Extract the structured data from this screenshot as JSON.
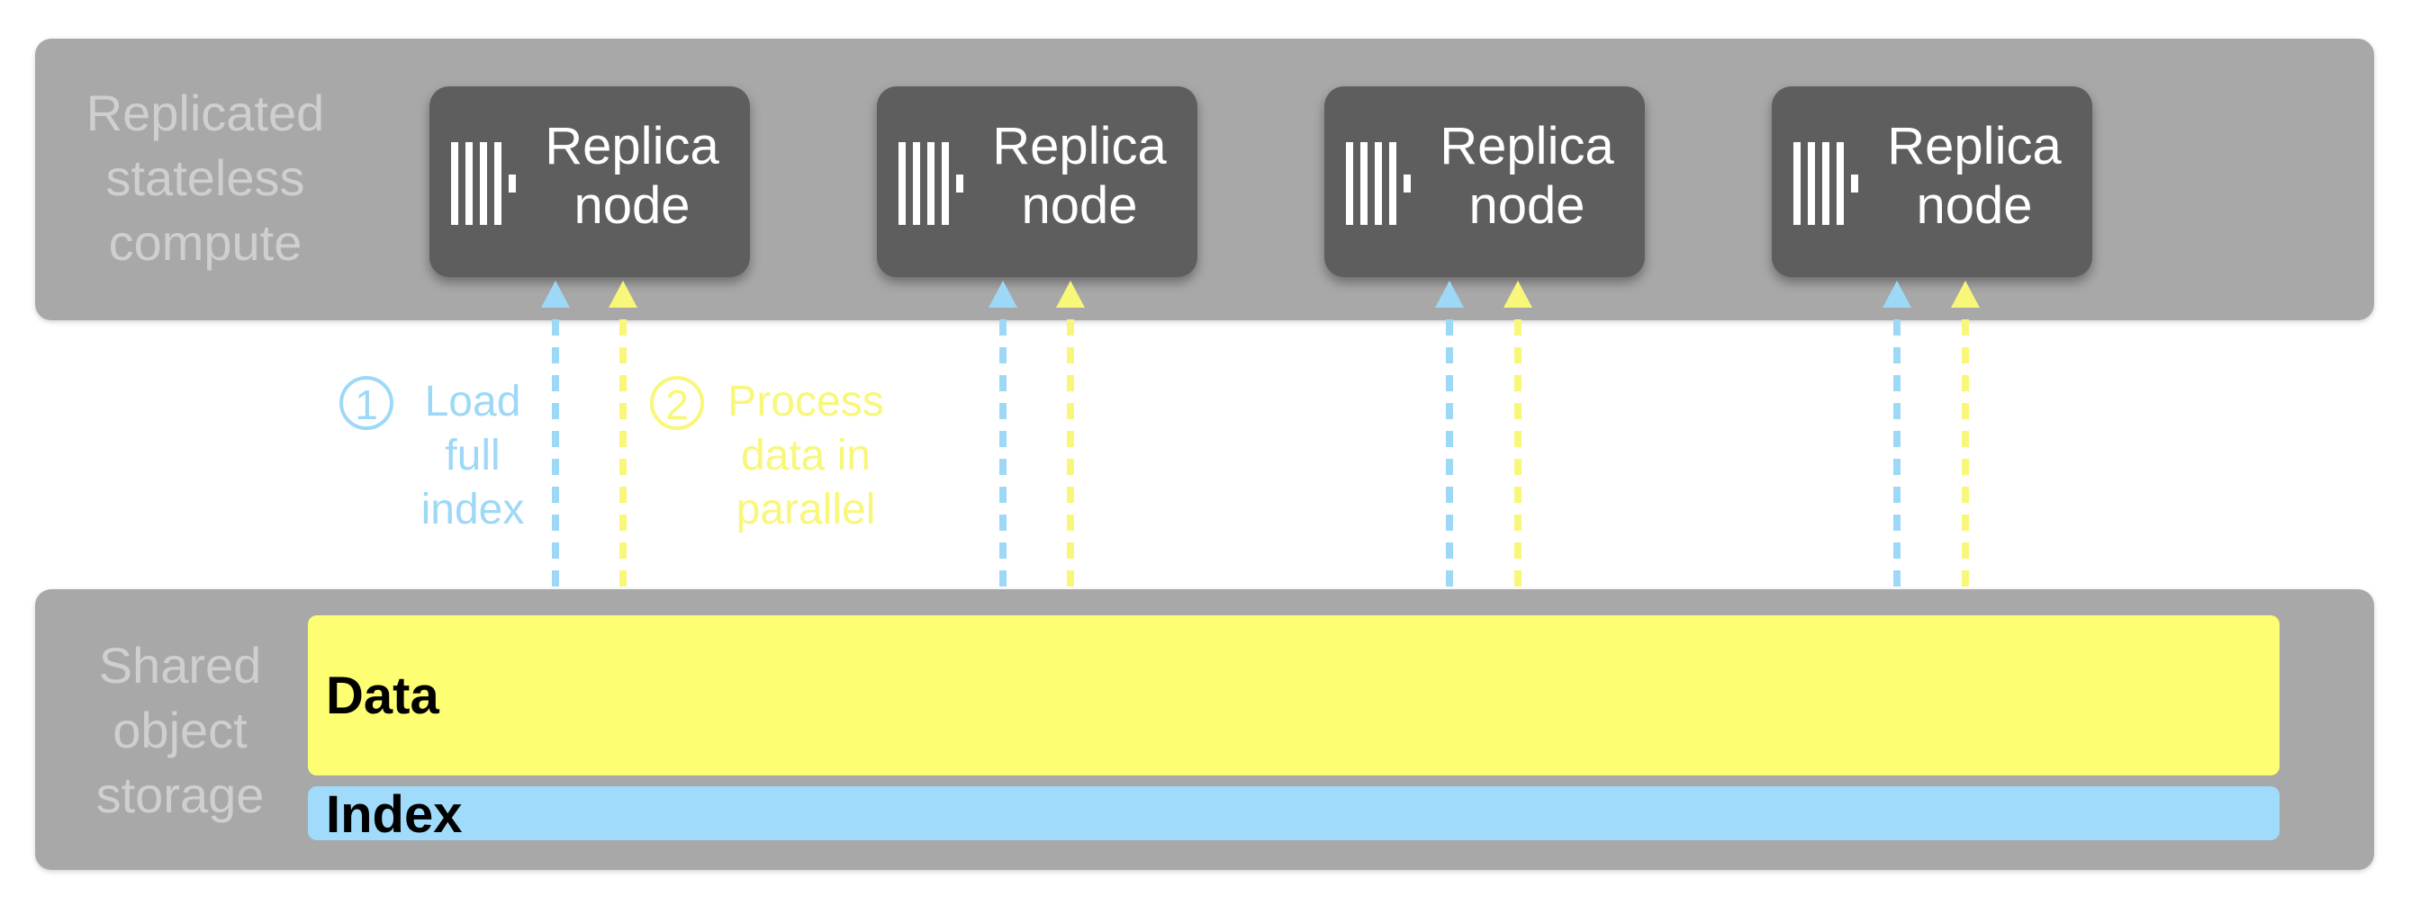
{
  "compute": {
    "label": "Replicated\nstateless\ncompute",
    "replicas": [
      {
        "label": "Replica\nnode"
      },
      {
        "label": "Replica\nnode"
      },
      {
        "label": "Replica\nnode"
      },
      {
        "label": "Replica\nnode"
      }
    ]
  },
  "legend": {
    "load": {
      "number": "1",
      "text": "Load\nfull\nindex"
    },
    "process": {
      "number": "2",
      "text": "Process\ndata in\nparallel"
    }
  },
  "storage": {
    "label": "Shared\nobject\nstorage",
    "data_label": "Data",
    "index_label": "Index"
  },
  "colors": {
    "panel": "#a8a8a8",
    "replica": "#5e5e5e",
    "load_arrow": "#9ed8f7",
    "process_arrow": "#f8f77a",
    "data_bar": "#fdfe72",
    "index_bar": "#a0dbfb"
  }
}
